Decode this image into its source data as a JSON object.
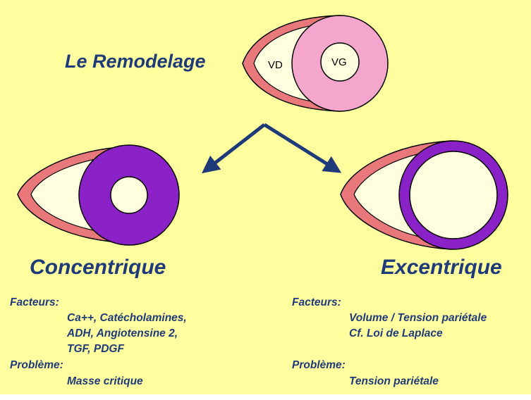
{
  "title": "Le Remodelage",
  "top_heart": {
    "vd_label": "VD",
    "vg_label": "VG"
  },
  "left": {
    "title": "Concentrique",
    "factors_label": "Facteurs:",
    "factors": [
      "Ca++, Catécholamines,",
      "ADH, Angiotensine 2,",
      "TGF, PDGF"
    ],
    "problem_label": "Problème:",
    "problem": "Masse critique"
  },
  "right": {
    "title": "Excentrique",
    "factors_label": "Facteurs:",
    "factors": [
      "Volume / Tension pariétale",
      "Cf. Loi de Laplace"
    ],
    "problem_label": "Problème:",
    "problem": "Tension pariétale"
  },
  "colors": {
    "background": "#ffffa0",
    "title_blue": "#1f3a78",
    "vd_wall": "#e8787a",
    "vg_wall_normal": "#f4a6cd",
    "vg_wall_remodeled": "#8b22c8",
    "arrow": "#1f3a78"
  }
}
